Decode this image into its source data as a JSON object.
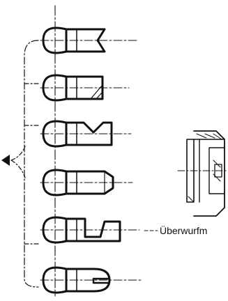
{
  "label": "Überwurfm",
  "colors": {
    "ink": "#111111",
    "background": "#ffffff"
  },
  "shapes": [
    {
      "name": "fitting-variant-1",
      "end": "fork-notch"
    },
    {
      "name": "fitting-variant-2",
      "end": "hatched-square"
    },
    {
      "name": "fitting-variant-3",
      "end": "v-notch"
    },
    {
      "name": "fitting-variant-4",
      "end": "chamfered-nose"
    },
    {
      "name": "fitting-variant-5",
      "end": "angled-step"
    },
    {
      "name": "fitting-variant-6",
      "end": "slot-round"
    }
  ],
  "section_view": {
    "name": "union-nut-section"
  }
}
